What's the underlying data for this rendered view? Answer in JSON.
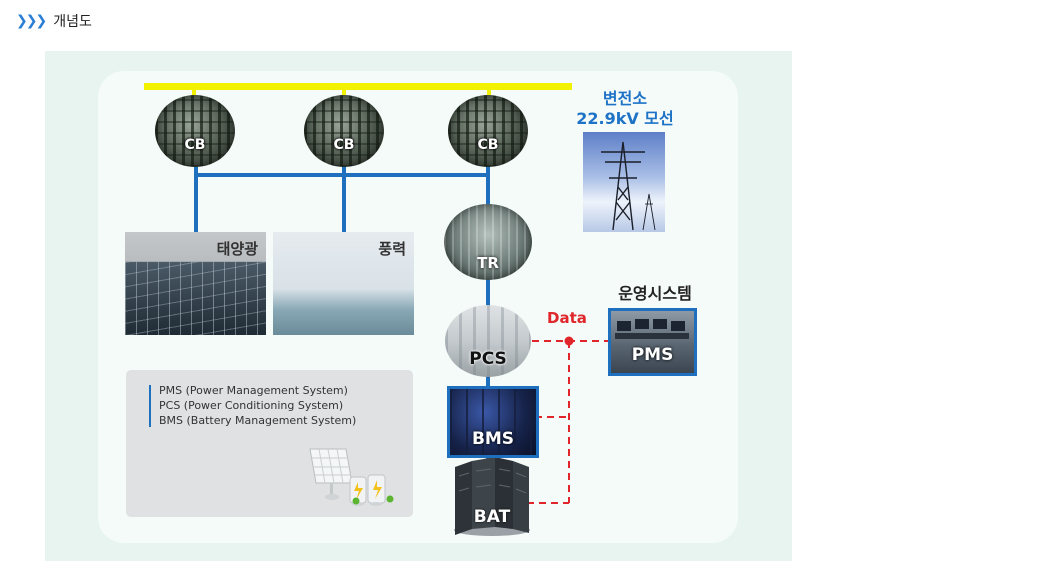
{
  "header": {
    "title": "개념도",
    "chevron_icon": "triple-chevron-right-icon"
  },
  "colors": {
    "bus": "#f2f200",
    "line": "#1f6fbf",
    "data": "#e0262a",
    "accent_text": "#1f73c7"
  },
  "substation": {
    "line1": "변전소",
    "line2": "22.9kV 모선"
  },
  "breakers": [
    {
      "label": "CB"
    },
    {
      "label": "CB"
    },
    {
      "label": "CB"
    }
  ],
  "sources": [
    {
      "label": "태양광"
    },
    {
      "label": "풍력"
    }
  ],
  "transformer": {
    "label": "TR"
  },
  "pcs": {
    "label": "PCS"
  },
  "bms": {
    "label": "BMS"
  },
  "battery": {
    "label": "BAT"
  },
  "data_link": {
    "label": "Data"
  },
  "operations": {
    "title": "운영시스템",
    "pms_label": "PMS"
  },
  "legend": {
    "items": [
      "PMS (Power Management System)",
      "PCS (Power Conditioning System)",
      "BMS (Battery Management System)"
    ]
  }
}
